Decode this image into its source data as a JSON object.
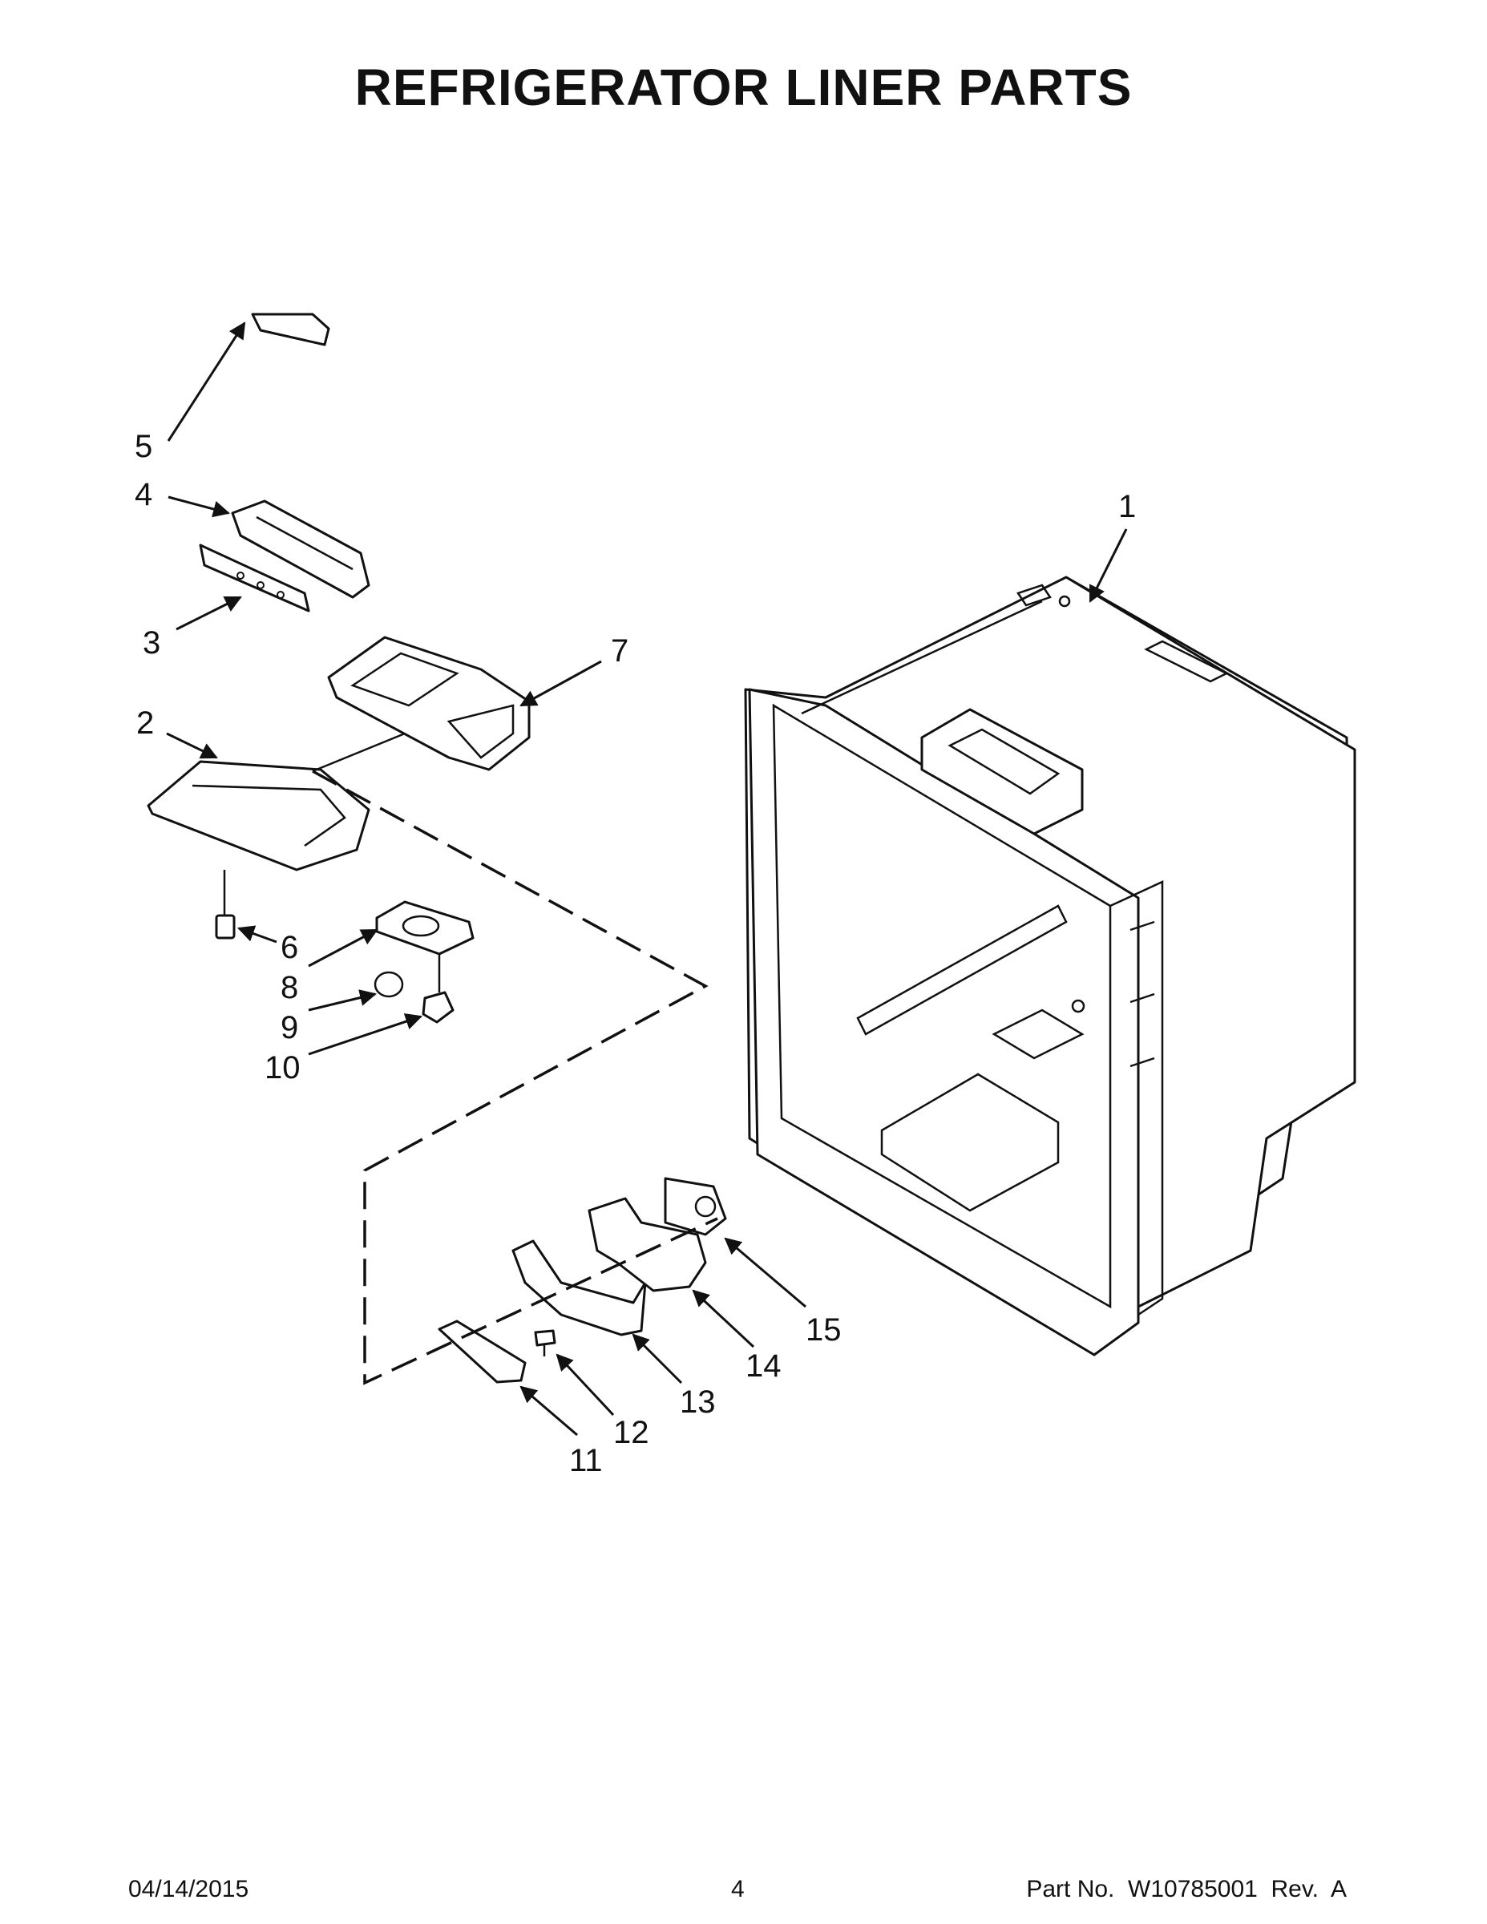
{
  "title": "REFRIGERATOR LINER PARTS",
  "callouts": [
    "1",
    "2",
    "3",
    "4",
    "5",
    "6",
    "7",
    "8",
    "9",
    "10",
    "11",
    "12",
    "13",
    "14",
    "15"
  ],
  "footer": {
    "date": "04/14/2015",
    "page": "4",
    "part_number": "Part No.  W10785001  Rev.  A"
  }
}
